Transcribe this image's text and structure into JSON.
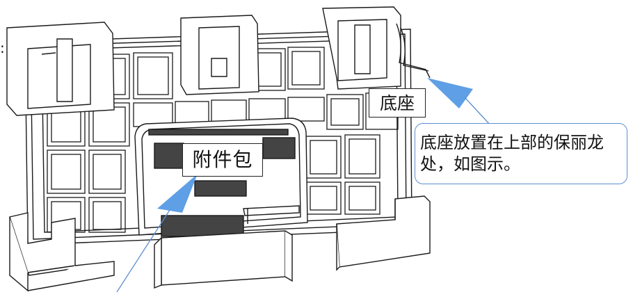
{
  "labels": {
    "base": "底座",
    "accessory_bag": "附件包"
  },
  "note": {
    "text": "底座放置在上部的保丽龙处，如图示。"
  },
  "colors": {
    "line": "#1a1a1a",
    "arrow_fill": "#5f9fe6",
    "note_border": "#5b8fd0"
  }
}
